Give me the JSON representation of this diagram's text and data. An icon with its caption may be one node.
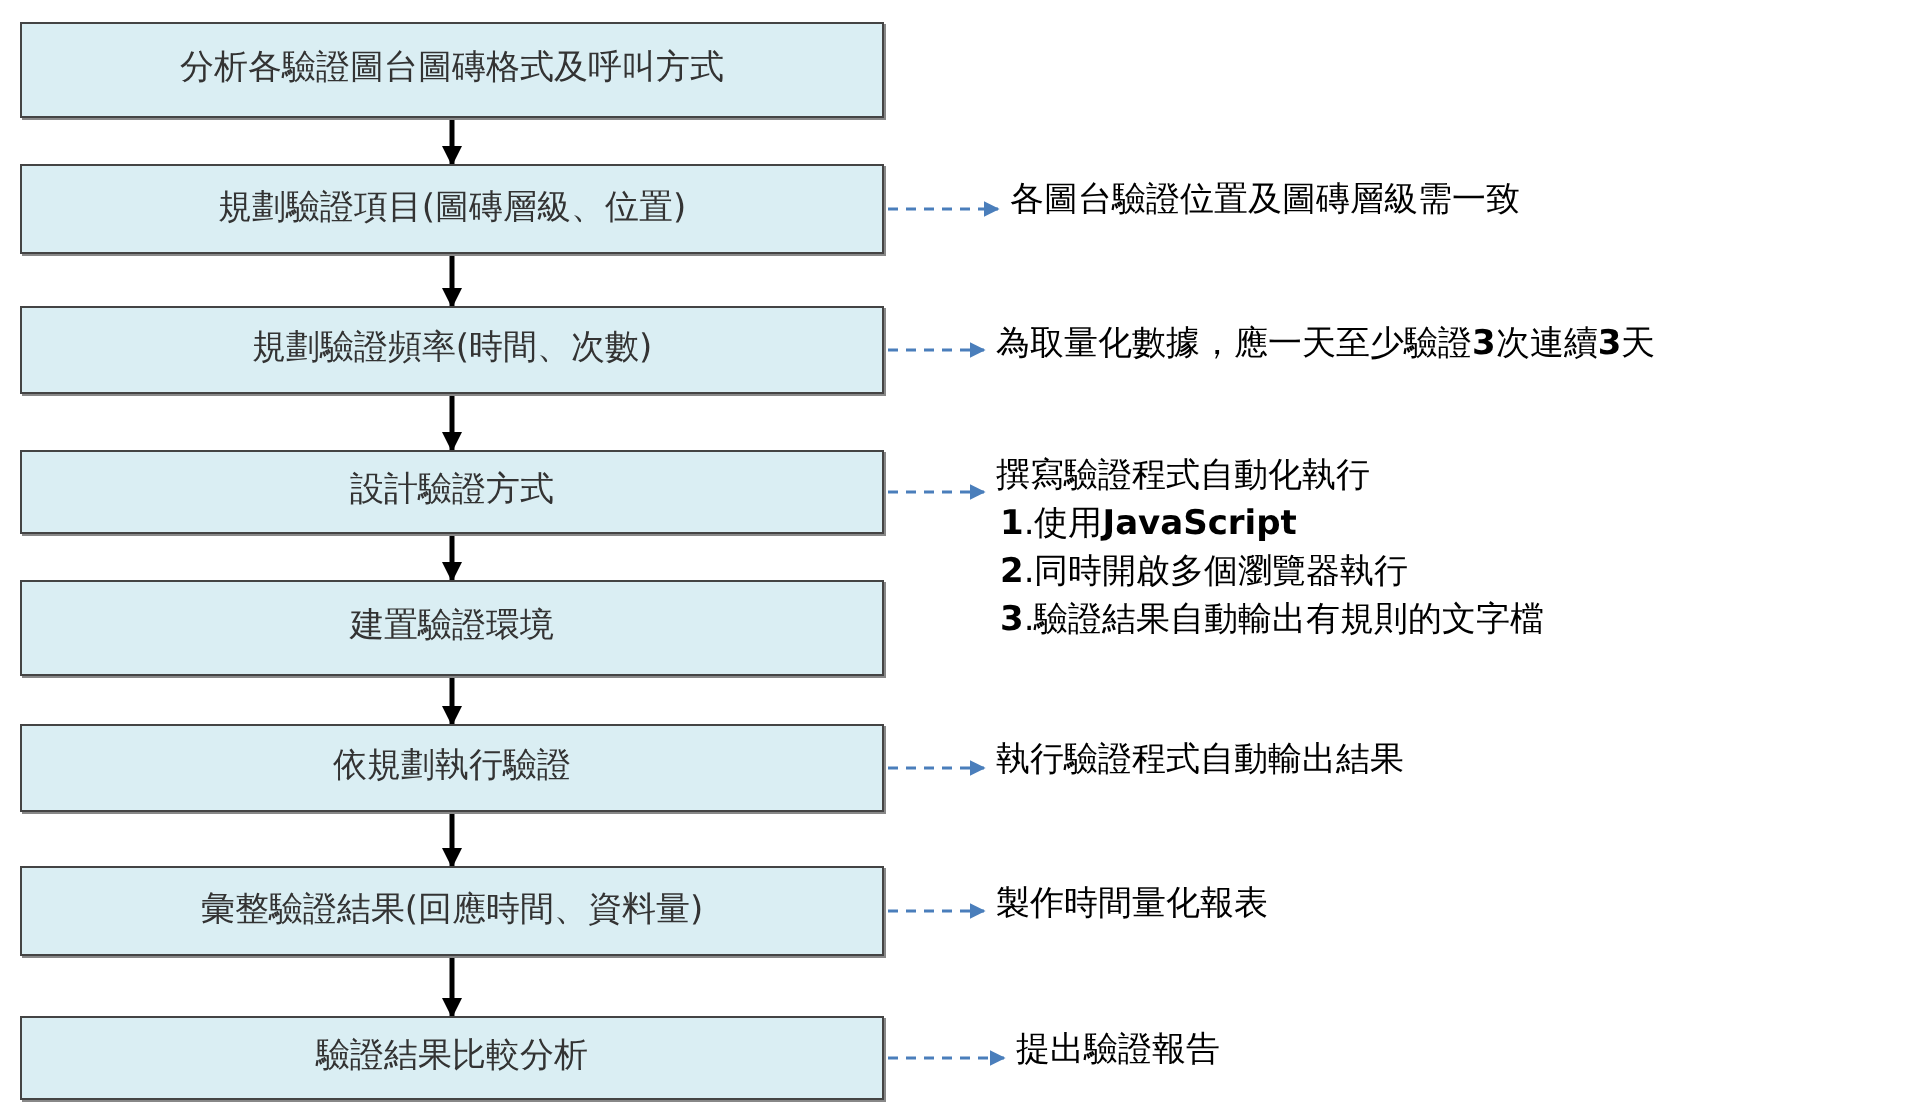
{
  "diagram": {
    "nodes": [
      {
        "text": [
          "分析各驗證圖台圖磚格式及呼叫方式"
        ]
      },
      {
        "text": [
          "規劃驗證項目(圖磚層級、位置)"
        ]
      },
      {
        "text": [
          "規劃驗證頻率(時間、次數)"
        ]
      },
      {
        "text": [
          "設計驗證方式"
        ]
      },
      {
        "text": [
          "建置驗證環境"
        ]
      },
      {
        "text": [
          "依規劃執行驗證"
        ]
      },
      {
        "text": [
          "彙整驗證結果(回應時間、資料量)"
        ]
      },
      {
        "text": [
          "驗證結果比較分析"
        ]
      },
      {
        "text": [
          "各圖台驗證位置及圖磚層級需一致"
        ]
      },
      {
        "text": [
          "為取量化數據，應一天至少驗證**3**次連續**3**天"
        ]
      },
      {
        "text": [
          "撰寫驗證程式自動化執行",
          "**1**.使用**JavaScript**",
          "**2**.同時開啟多個瀏覽器執行",
          "**3**.驗證結果自動輸出有規則的文字檔"
        ]
      },
      {
        "text": [
          "執行驗證程式自動輸出結果"
        ]
      },
      {
        "text": [
          "製作時間量化報表"
        ]
      },
      {
        "text": [
          "提出驗證報告"
        ]
      }
    ],
    "edges": [
      {
        "from": 0,
        "to": 1,
        "arrow": "to"
      },
      {
        "from": 1,
        "to": 2,
        "arrow": "to"
      },
      {
        "from": 2,
        "to": 3,
        "arrow": "to"
      },
      {
        "from": 3,
        "to": 4,
        "arrow": "to"
      },
      {
        "from": 4,
        "to": 5,
        "arrow": "to"
      },
      {
        "from": 5,
        "to": 6,
        "arrow": "to"
      },
      {
        "from": 6,
        "to": 7,
        "arrow": "to"
      },
      {
        "from": 1,
        "to": 8,
        "arrow": "to",
        "style": "dashed",
        "color": "#4a7ebb"
      },
      {
        "from": 2,
        "to": 9,
        "arrow": "to",
        "style": "dashed",
        "color": "#4a7ebb"
      },
      {
        "from": 3,
        "to": 10,
        "arrow": "to",
        "style": "dashed",
        "color": "#4a7ebb"
      },
      {
        "from": 5,
        "to": 11,
        "arrow": "to",
        "style": "dashed",
        "color": "#4a7ebb"
      },
      {
        "from": 6,
        "to": 12,
        "arrow": "to",
        "style": "dashed",
        "color": "#4a7ebb"
      },
      {
        "from": 7,
        "to": 13,
        "arrow": "to",
        "style": "dashed",
        "color": "#4a7ebb"
      }
    ]
  }
}
